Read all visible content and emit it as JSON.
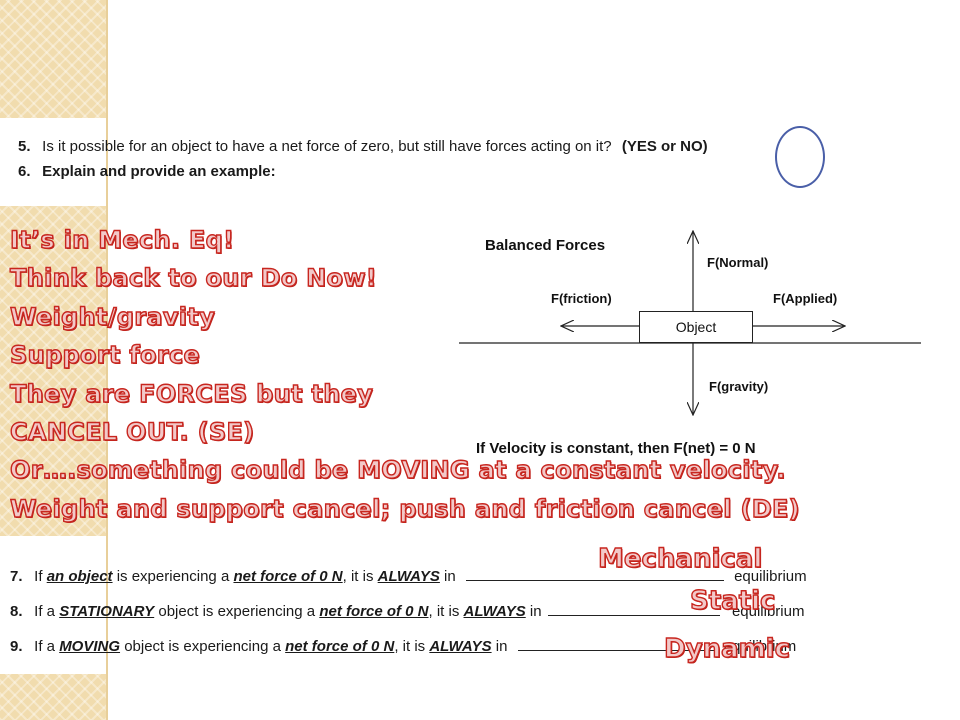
{
  "questions": {
    "q5": {
      "num": "5.",
      "text": "Is it possible for an object to have a net force of zero, but still have forces acting on it?",
      "paren_open": "(",
      "yes": "YES",
      "or_no": "or NO)"
    },
    "q6": {
      "num": "6.",
      "text": "Explain and provide an example:"
    },
    "q7": {
      "num": "7.",
      "p1": "If ",
      "u1": "an object",
      "p2": " is experiencing a ",
      "u2": "net force of 0 N",
      "p3": ", it is ",
      "u3": "ALWAYS",
      "p4": " in",
      "end": "equilibrium"
    },
    "q8": {
      "num": "8.",
      "p1": "If a ",
      "u1": "STATIONARY",
      "p2": " object is experiencing a ",
      "u2": "net force of 0 N",
      "p3": ", it is ",
      "u3": "ALWAYS",
      "p4": " in",
      "end": "equilibrium"
    },
    "q9": {
      "num": "9.",
      "p1": "If a ",
      "u1": "MOVING",
      "p2": " object is experiencing a ",
      "u2": "net force of 0 N",
      "p3": ", it is ",
      "u3": "ALWAYS",
      "p4": " in",
      "end": "equilibrium"
    }
  },
  "annotations": [
    "It’s in Mech. Eq!",
    "Think back to our Do Now!",
    "Weight/gravity",
    "Support force",
    "They are FORCES but they",
    "CANCEL OUT.  (SE)",
    "Or….something could be MOVING at a constant velocity.",
    "Weight and support cancel; push and friction cancel (DE)"
  ],
  "answers": {
    "q7": "Mechanical",
    "q8": "Static",
    "q9": "Dynamic"
  },
  "diagram": {
    "title": "Balanced Forces",
    "normal": "F(Normal)",
    "friction": "F(friction)",
    "applied": "F(Applied)",
    "gravity": "F(gravity)",
    "object": "Object",
    "caption": "If Velocity is constant, then F(net) = 0 N"
  },
  "colors": {
    "annotation_stroke": "#c8261f",
    "annotation_fill": "#f2c9c9",
    "circle": "#4a5fa8",
    "strip": "#f1dcae"
  }
}
